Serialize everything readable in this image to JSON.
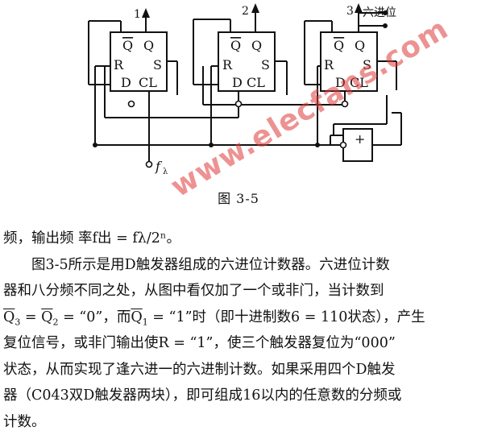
{
  "figure": {
    "output_labels": [
      "1",
      "2",
      "3"
    ],
    "output_note": "六进位",
    "pins": {
      "qbar": "Q",
      "q": "Q",
      "r": "R",
      "s": "S",
      "d": "D",
      "cl": "CL"
    },
    "input_label": "f",
    "input_sub": "λ",
    "gate_symbol": "+"
  },
  "caption": "图 3-5",
  "watermark": "www.elecfans.com",
  "paragraph": {
    "line1": "频，输出频 率f出 = fλ/2ⁿ。",
    "line2": "图3-5所示是用D触发器组成的六进位计数器。六进位计数",
    "line3": "器和八分频不同之处，从图中看仅加了一个或非门，当计数到",
    "line4_q3": "Q",
    "line4_q3_sub": "3",
    "line4_eq1": " = ",
    "line4_q2": "Q",
    "line4_q2_sub": "2",
    "line4_mid": " = “0”，而",
    "line4_q1": "Q",
    "line4_q1_sub": "1",
    "line4_end": " = “1”时（即十进制数6 = 110状态），产生",
    "line5": "复位信号，或非门输出使R = “1”，使三个触发器复位为“000”",
    "line6": "状态，从而实现了逢六进一的六进制计数。如果采用四个D触发",
    "line7": "器（C043双D触发器两块），即可组成16以内的任意数的分频或",
    "line8": "计数。"
  }
}
